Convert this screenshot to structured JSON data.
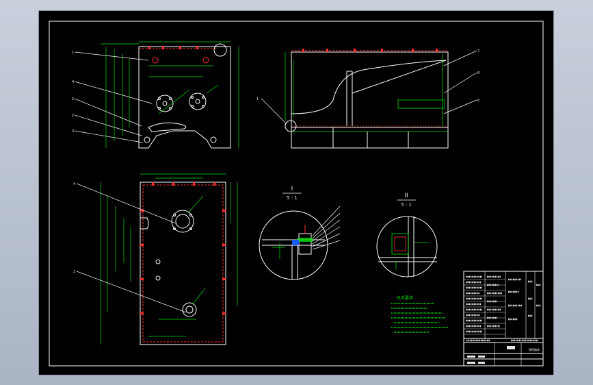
{
  "colors": {
    "background": "#000000",
    "outline": "#ffffff",
    "dimension": "#00e000",
    "hidden": "#ff3030",
    "annotation": "#e0e0e0"
  },
  "detail_views": [
    {
      "roman": "I",
      "scale": "5 : 1"
    },
    {
      "roman": "II",
      "scale": "5 : 1"
    }
  ],
  "notes_title": "技术要求",
  "title_block": {
    "drawing_title": "焊接箱体"
  }
}
